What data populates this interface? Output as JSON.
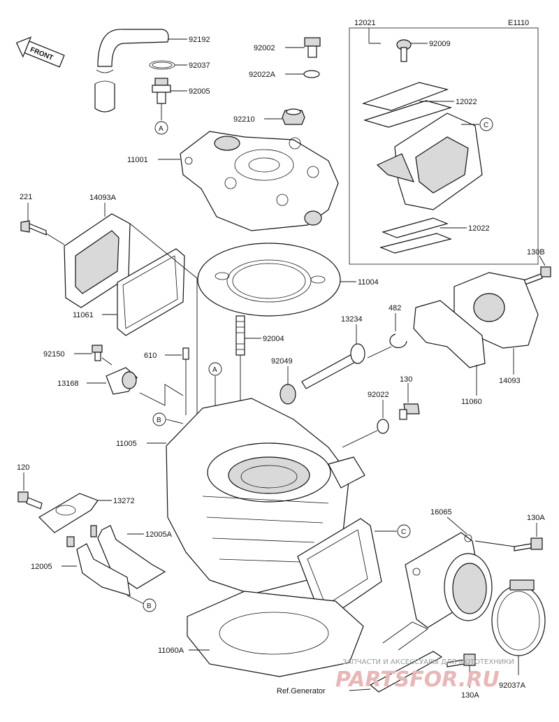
{
  "diagram_code": "E1110",
  "front_label": "FRONT",
  "ref_label": "Ref.Generator",
  "callouts": {
    "a": "A",
    "b": "B",
    "c": "C"
  },
  "parts": {
    "p92192": "92192",
    "p92037": "92037",
    "p92005": "92005",
    "p92002": "92002",
    "p92022A": "92022A",
    "p92210": "92210",
    "p11001": "11001",
    "p12021": "12021",
    "p92009": "92009",
    "p12022a": "12022",
    "p12022b": "12022",
    "p221": "221",
    "p14093A": "14093A",
    "p11061": "11061",
    "p11004": "11004",
    "p130B": "130B",
    "p482": "482",
    "p13234": "13234",
    "p92004": "92004",
    "p92150": "92150",
    "p610": "610",
    "p13168": "13168",
    "p92049": "92049",
    "p130": "130",
    "p14093": "14093",
    "p11060": "11060",
    "p92022": "92022",
    "p11005": "11005",
    "p120": "120",
    "p13272": "13272",
    "p16065": "16065",
    "p130A_top": "130A",
    "p12005A": "12005A",
    "p12005": "12005",
    "p11060A": "11060A",
    "p92037A": "92037A",
    "p130A_bottom": "130A"
  },
  "watermark": {
    "line1": "ЗАПЧАСТИ И АКСЕССУАРЫ ДЛЯ МОТОТЕХНИКИ",
    "line2": "PARTSFOR.RU"
  }
}
